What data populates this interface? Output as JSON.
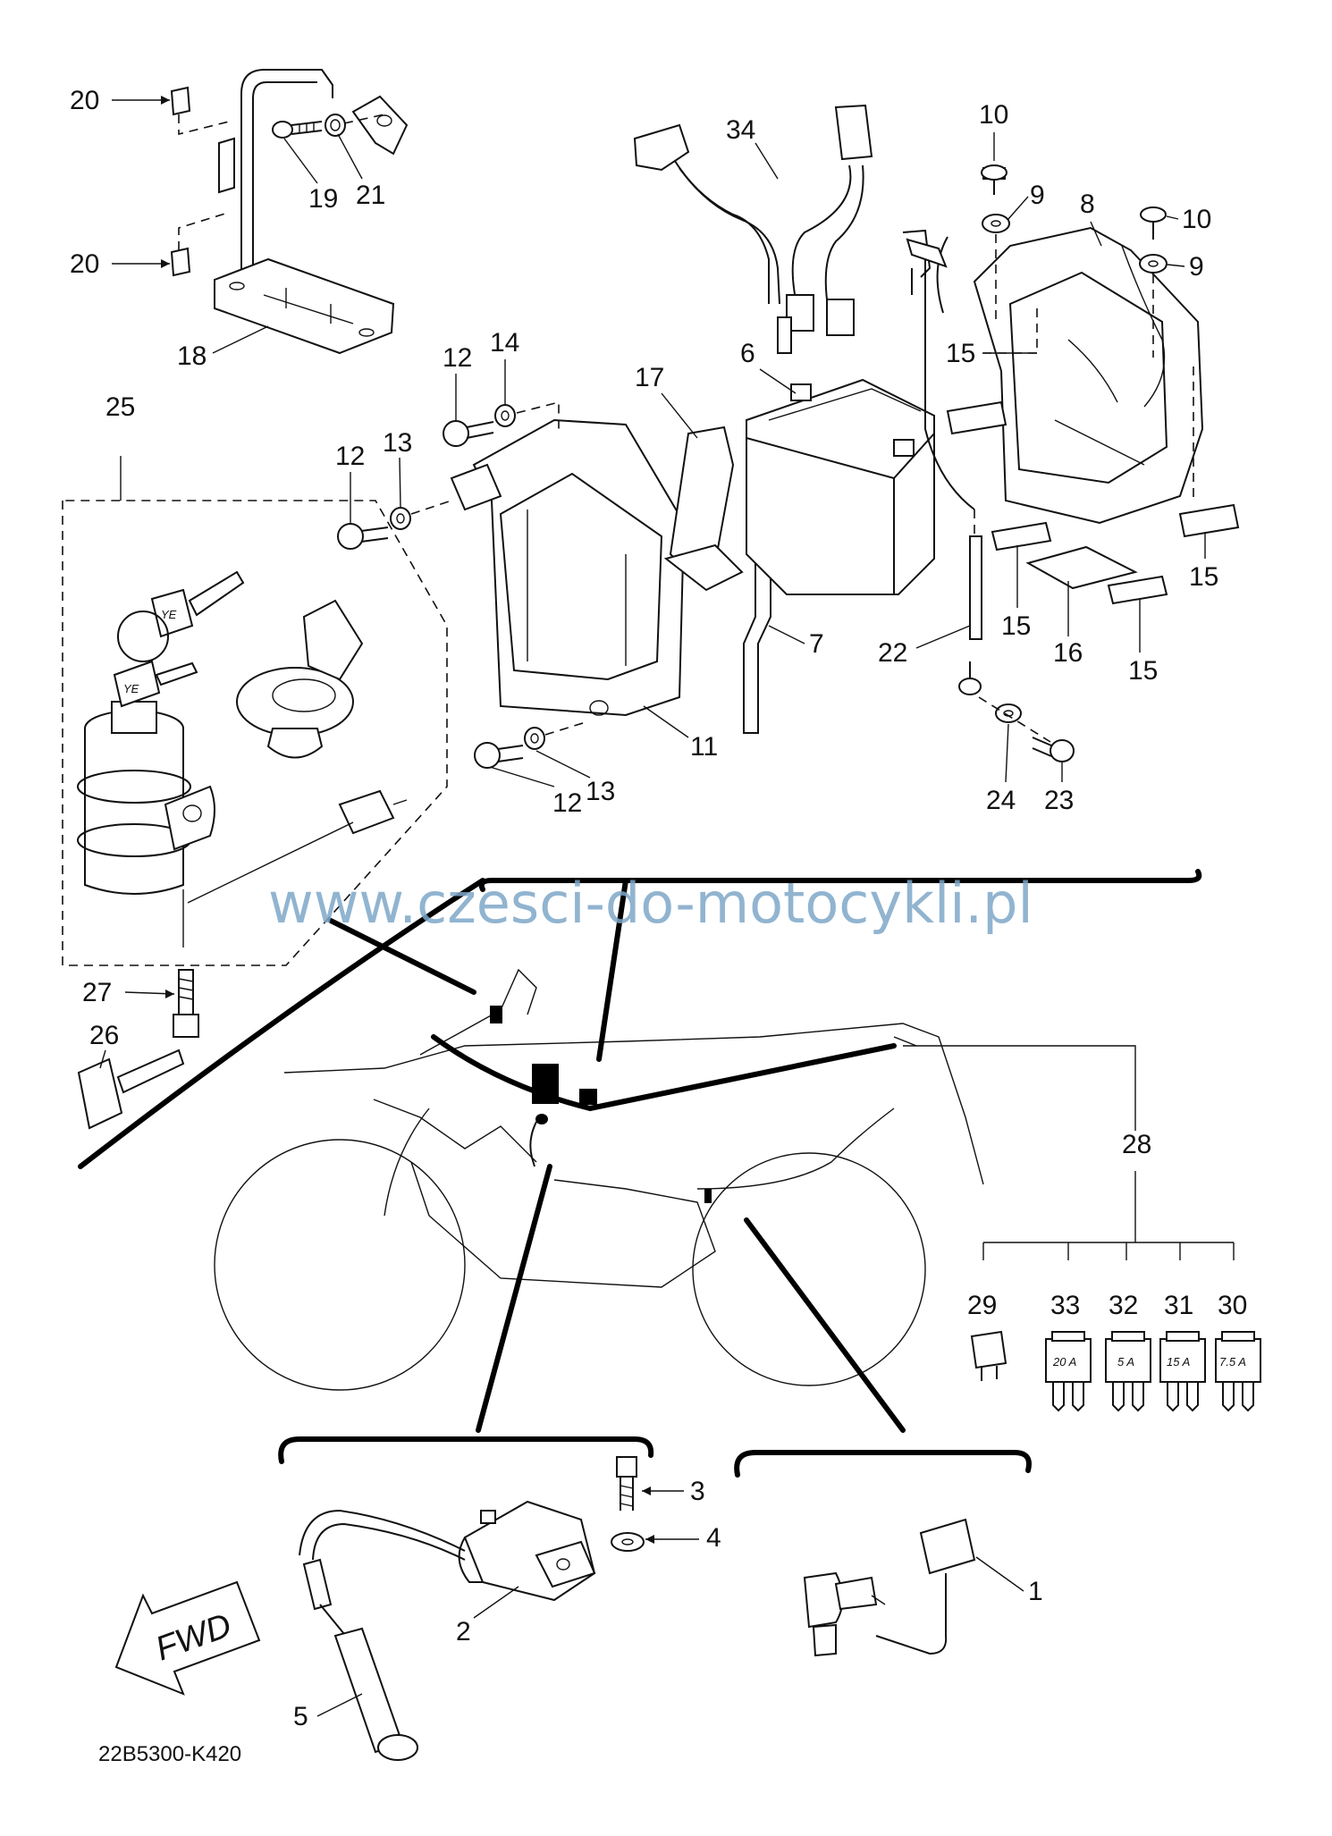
{
  "watermark": "www.czesci-do-motocykli.pl",
  "drawing_code": "22B5300-K420",
  "fwd_label": "FWD",
  "callouts": {
    "c1": "1",
    "c2": "2",
    "c3": "3",
    "c4": "4",
    "c5": "5",
    "c6": "6",
    "c7": "7",
    "c8": "8",
    "c9a": "9",
    "c9b": "9",
    "c10a": "10",
    "c10b": "10",
    "c11": "11",
    "c12a": "12",
    "c12b": "12",
    "c12c": "12",
    "c13a": "13",
    "c13b": "13",
    "c14": "14",
    "c15a": "15",
    "c15b": "15",
    "c15c": "15",
    "c15d": "15",
    "c16": "16",
    "c17": "17",
    "c18": "18",
    "c19": "19",
    "c20a": "20",
    "c20b": "20",
    "c21": "21",
    "c22": "22",
    "c23": "23",
    "c24": "24",
    "c25": "25",
    "c26": "26",
    "c27": "27",
    "c28": "28",
    "c29": "29",
    "c30": "30",
    "c31": "31",
    "c32": "32",
    "c33": "33",
    "c34": "34"
  },
  "fuses": {
    "f33": "20 A",
    "f32": "5 A",
    "f31": "15 A",
    "f30": "7.5 A"
  },
  "key_marks": {
    "k1": "YE",
    "k2": "YE"
  }
}
